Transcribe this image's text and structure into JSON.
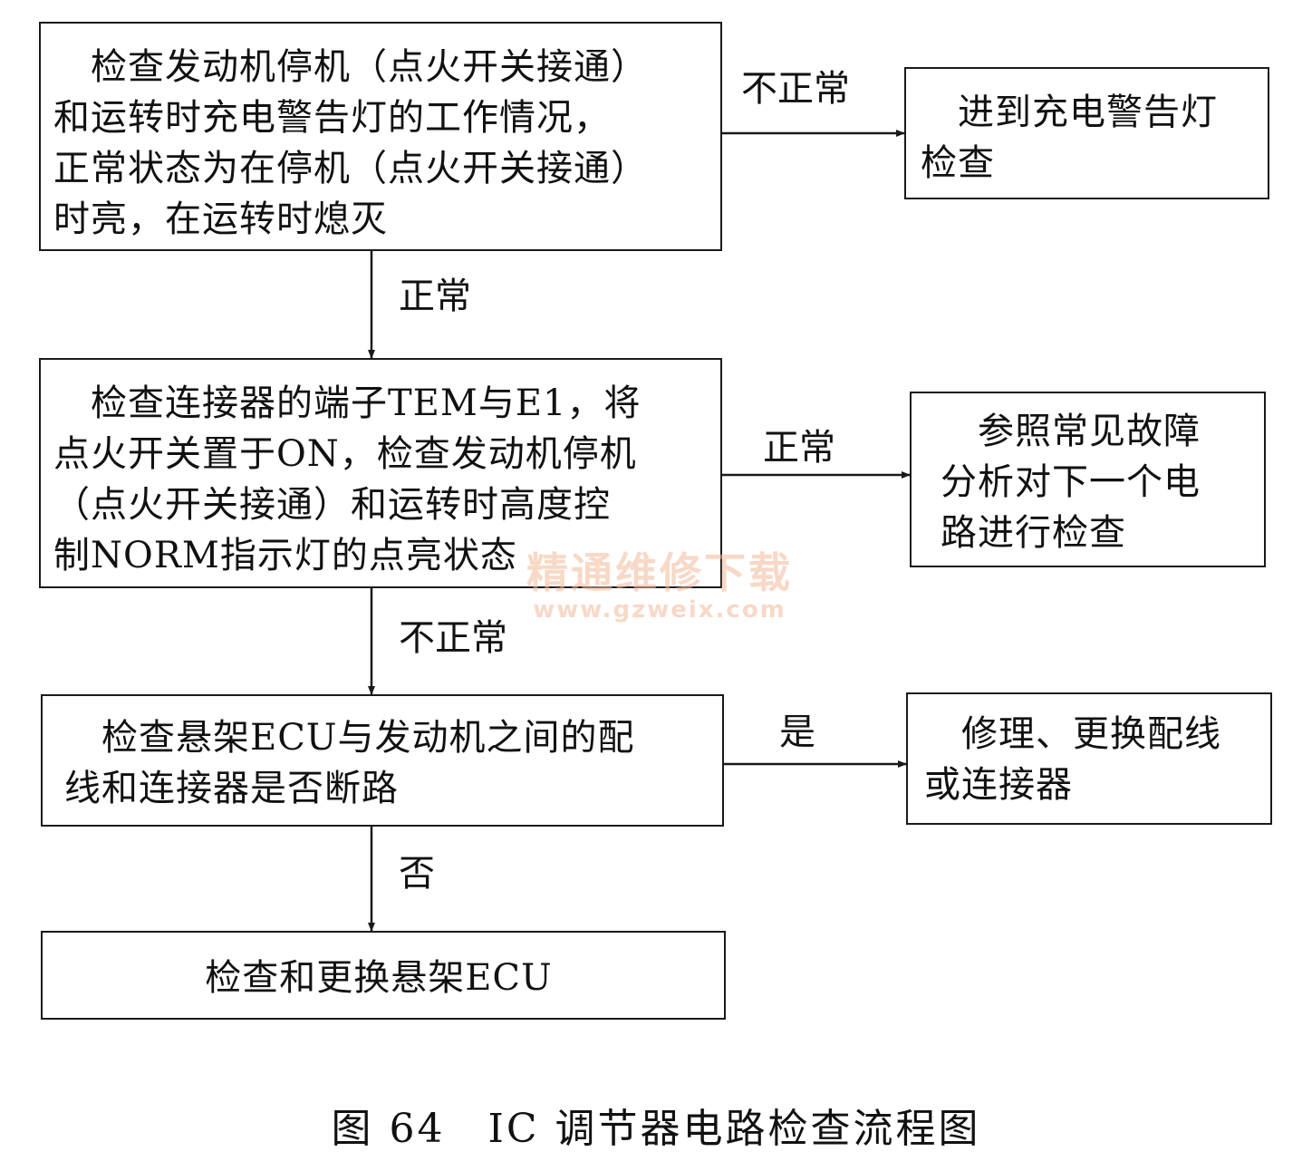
{
  "diagram": {
    "nodes": {
      "step1": "　检查发动机停机（点火开关接通）\n和运转时充电警告灯的工作情况，\n正常状态为在停机（点火开关接通）\n时亮，在运转时熄灭",
      "step1_abnormal": "　进到充电警告灯\n检查",
      "step2": "　检查连接器的端子TEM与E1，将\n点火开关置于ON，检查发动机停机\n（点火开关接通）和运转时高度控\n制NORM指示灯的点亮状态",
      "step2_normal": "　参照常见故障\n分析对下一个电\n路进行检查",
      "step3": "　检查悬架ECU与发动机之间的配\n线和连接器是否断路",
      "step3_yes": "　修理、更换配线\n或连接器",
      "step4": "检查和更换悬架ECU"
    },
    "edges": {
      "e1_right": "不正常",
      "e1_down": "正常",
      "e2_right": "正常",
      "e2_down": "不正常",
      "e3_right": "是",
      "e3_down": "否"
    }
  },
  "watermark": {
    "name": "精通维修下载",
    "url": "www.gzweix.com"
  },
  "caption": "图 64　IC 调节器电路检查流程图"
}
